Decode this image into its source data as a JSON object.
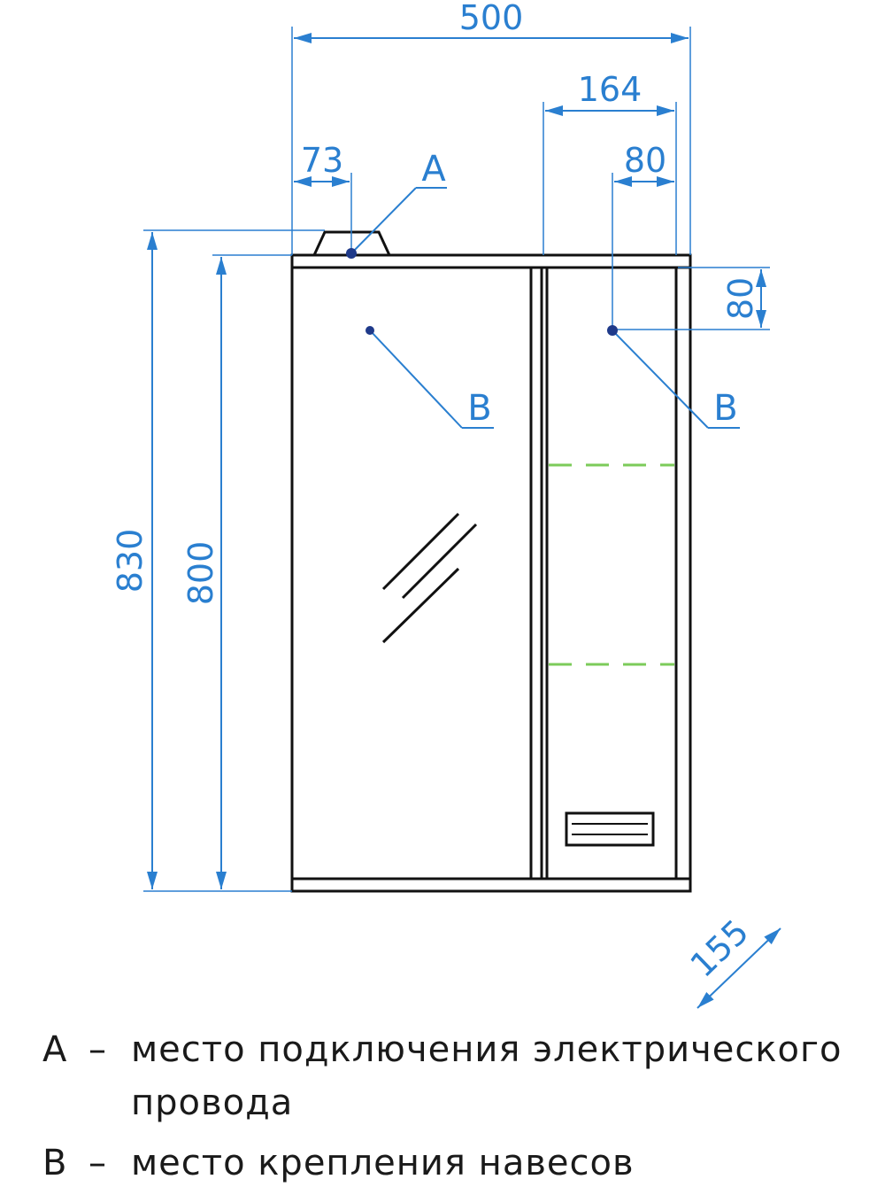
{
  "dimensions": {
    "total_width": "500",
    "section_width": "164",
    "mount_offset_right": "80",
    "mount_offset_top": "80",
    "wire_offset": "73",
    "total_height": "830",
    "body_height": "800",
    "depth": "155"
  },
  "markers": {
    "a": "A",
    "b_left": "B",
    "b_right": "B"
  },
  "legend": [
    {
      "key": "A",
      "dash": "–",
      "text": "место подключения электрического",
      "continuation": "провода"
    },
    {
      "key": "B",
      "dash": "–",
      "text": "место крепления навесов"
    }
  ],
  "colors": {
    "dimension": "#2a7fd0",
    "outline": "#111111",
    "shelf": "#7ccb5a",
    "marker_dot": "#1f3a8a"
  }
}
